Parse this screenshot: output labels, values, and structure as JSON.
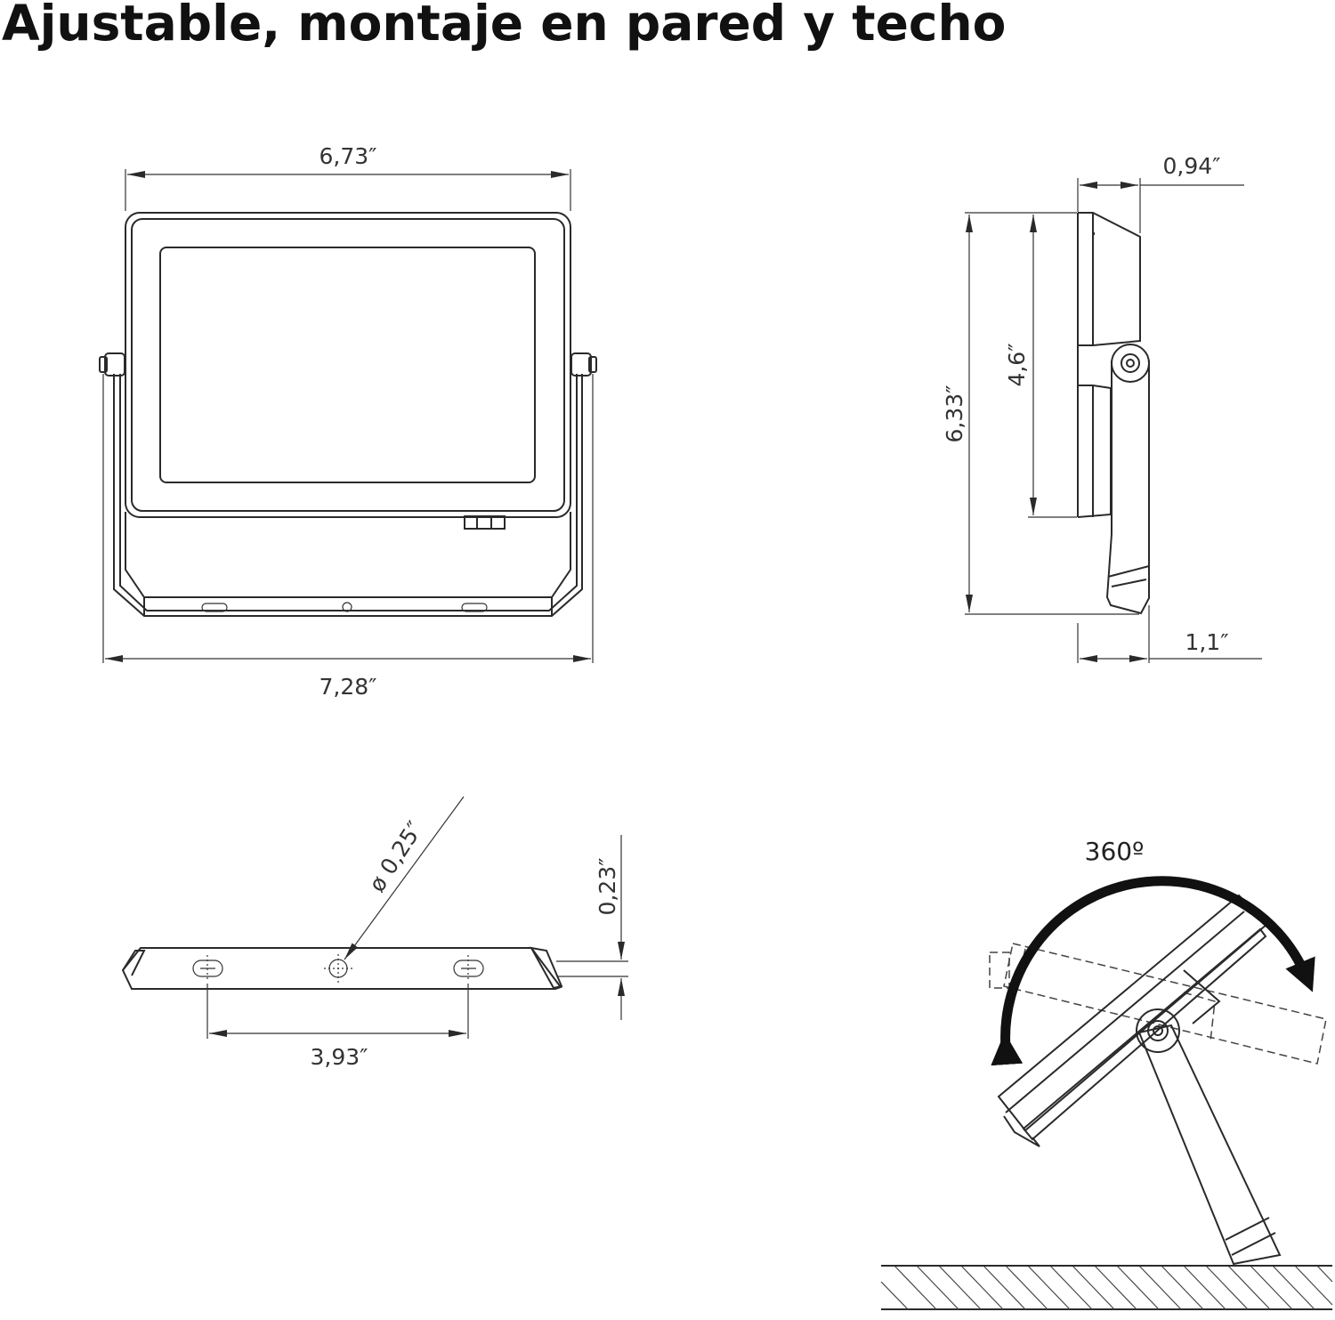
{
  "title": "Ajustable, montaje en pared y techo",
  "dimensions": {
    "front_width": "6,73″",
    "bracket_width": "7,28″",
    "side_depth_top": "0,94″",
    "side_depth_bottom": "1,1″",
    "side_total_height": "6,33″",
    "side_body_height": "4,6″",
    "hole_diameter": "ø 0,25″",
    "bracket_thickness": "0,23″",
    "hole_spacing": "3,93″"
  },
  "rotation_label": "360º",
  "colors": {
    "line": "#2a2a2a",
    "text": "#333333",
    "arrow": "#111111"
  }
}
